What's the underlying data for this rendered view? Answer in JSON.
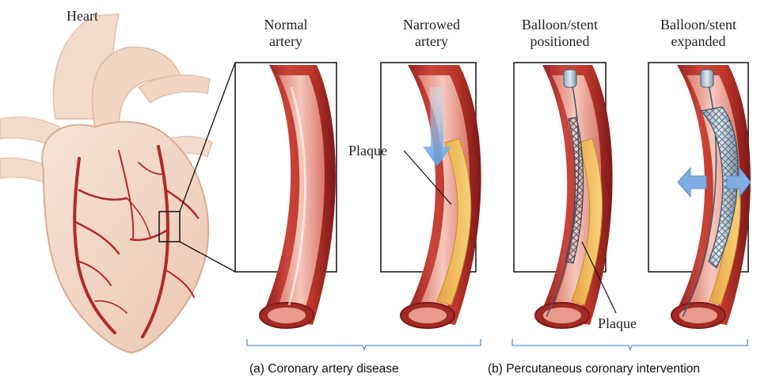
{
  "heart_label": "Heart",
  "panels": [
    {
      "id": "normal",
      "line1": "Normal",
      "line2": "artery"
    },
    {
      "id": "narrowed",
      "line1": "Narrowed",
      "line2": "artery"
    },
    {
      "id": "positioned",
      "line1": "Balloon/stent",
      "line2": "positioned"
    },
    {
      "id": "expanded",
      "line1": "Balloon/stent",
      "line2": "expanded"
    }
  ],
  "plaque_label_1": "Plaque",
  "plaque_label_2": "Plaque",
  "captions": {
    "a": "(a) Coronary artery disease",
    "b": "(b) Percutaneous coronary intervention"
  },
  "colors": {
    "artery_dark": "#8f1d1d",
    "artery_mid": "#c0392b",
    "artery_light": "#e38a7e",
    "lumen": "#f3b4a6",
    "plaque": "#f0c060",
    "heart_skin": "#f4d9c8",
    "flow_arrow": "#6aa7dd",
    "brace": "#5b8fd6"
  }
}
